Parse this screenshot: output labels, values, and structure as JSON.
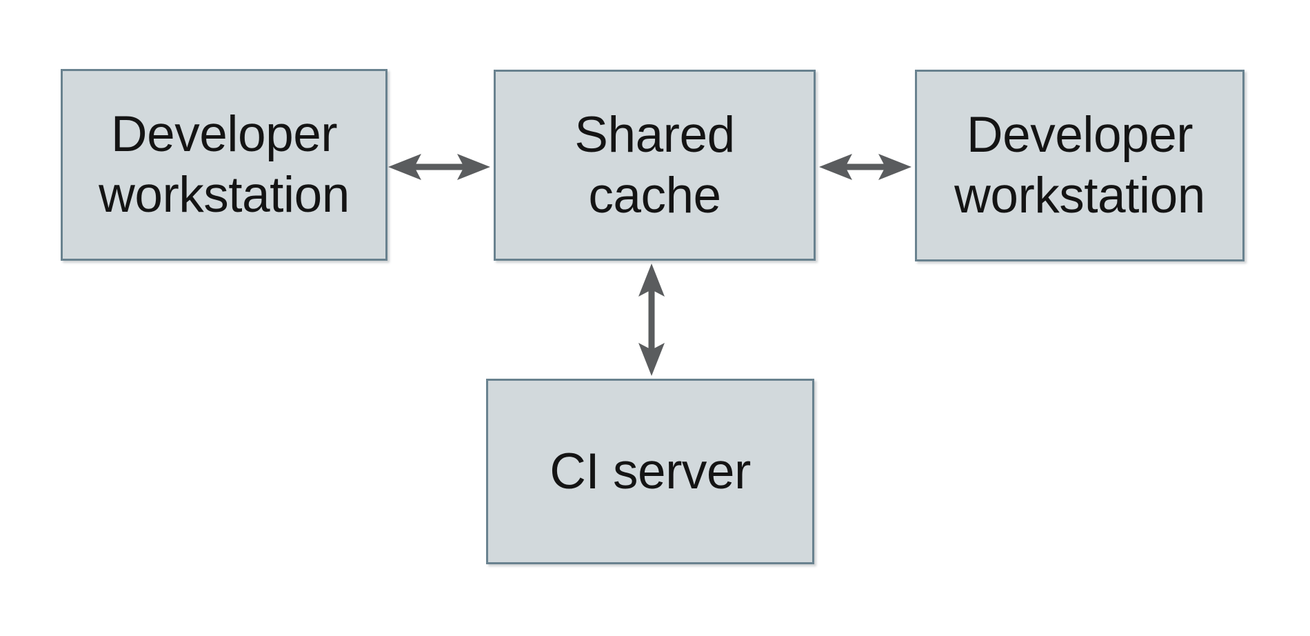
{
  "colors": {
    "bg": "#ffffff",
    "box_fill": "#d2d9dc",
    "box_border": "#69828f",
    "arrow": "#5a5c5e",
    "text": "#141414"
  },
  "nodes": [
    {
      "id": "dev-workstation-left",
      "label": "Developer workstation",
      "lines": [
        "Developer",
        "workstation"
      ]
    },
    {
      "id": "shared-cache",
      "label": "Shared cache",
      "lines": [
        "Shared",
        "cache"
      ]
    },
    {
      "id": "dev-workstation-right",
      "label": "Developer workstation",
      "lines": [
        "Developer",
        "workstation"
      ]
    },
    {
      "id": "ci-server",
      "label": "CI server",
      "lines": [
        "CI server"
      ]
    }
  ],
  "edges": [
    {
      "from": "dev-workstation-left",
      "to": "shared-cache",
      "direction": "bidirectional",
      "orientation": "horizontal"
    },
    {
      "from": "shared-cache",
      "to": "dev-workstation-right",
      "direction": "bidirectional",
      "orientation": "horizontal"
    },
    {
      "from": "shared-cache",
      "to": "ci-server",
      "direction": "bidirectional",
      "orientation": "vertical"
    }
  ]
}
